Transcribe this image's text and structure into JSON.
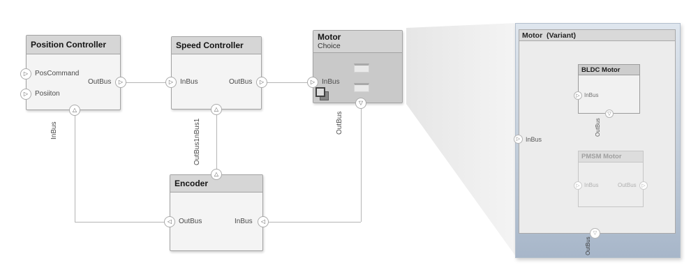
{
  "glyphs": {
    "right": "▷",
    "left": "◁",
    "up": "△",
    "down": "▽"
  },
  "colors": {
    "block_header": "#d6d6d6",
    "block_body": "#f4f4f4",
    "motor_body": "#c9c9c9",
    "wire": "#b5b5b5",
    "panel_band_blue": "#a7b6c9",
    "panel_canvas": "#ececec"
  },
  "blocks": {
    "position_controller": {
      "title": "Position Controller",
      "port_pos_command": "PosCommand",
      "port_position": "Posiiton",
      "port_out_bus": "OutBus",
      "bottom_label": "InBus"
    },
    "speed_controller": {
      "title": "Speed Controller",
      "port_in_bus": "InBus",
      "port_out_bus": "OutBus",
      "bottom_label": "OutBus1nBus1"
    },
    "motor": {
      "title": "Motor",
      "subtitle": "Choice",
      "port_in_bus": "InBus",
      "bottom_label": "OutBus"
    },
    "encoder": {
      "title": "Encoder",
      "port_out_bus": "OutBus",
      "port_in_bus": "InBus"
    }
  },
  "variant_panel": {
    "title": "Motor  (Variant)",
    "port_in_bus": "InBus",
    "bottom_label": "OutBus",
    "bldc": {
      "title": "BLDC Motor",
      "port_in_bus": "InBus",
      "bottom_label": "OutBus"
    },
    "pmsm": {
      "title": "PMSM Motor",
      "port_in_bus": "InBus",
      "port_out_bus": "OutBus"
    }
  }
}
